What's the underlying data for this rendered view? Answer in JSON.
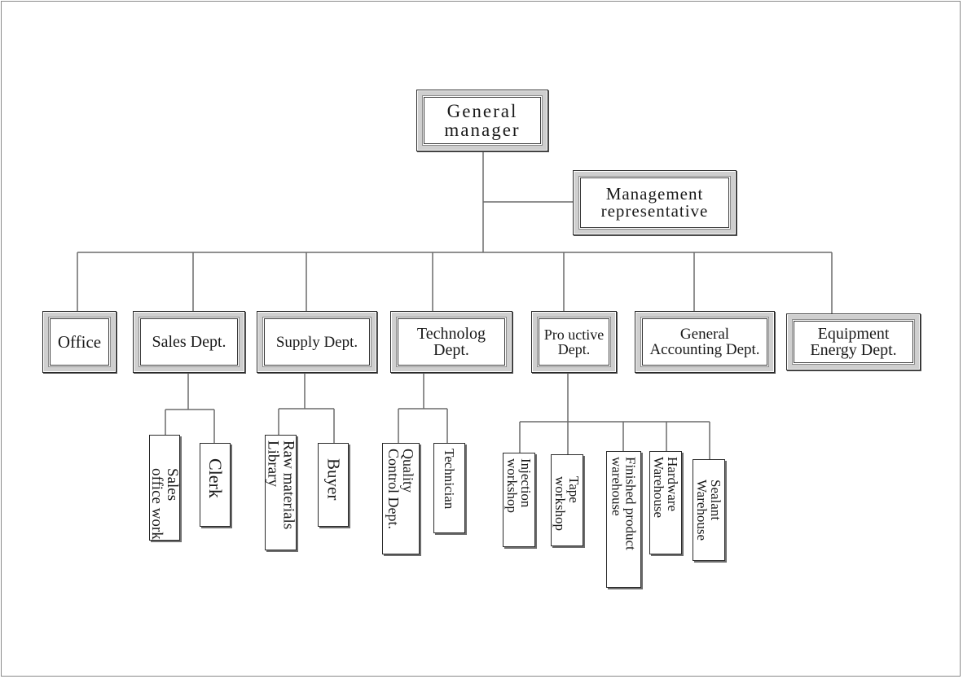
{
  "top": {
    "general_manager": "General\nmanager",
    "management_representative": "Management\nrepresentative"
  },
  "departments": [
    "Office",
    "Sales Dept.",
    "Supply Dept.",
    "Technolog\nDept.",
    "Pro uctive\nDept.",
    "General\nAccounting Dept.",
    "Equipment\nEnergy Dept."
  ],
  "sub_units": {
    "sales": [
      "Sales\noffice work",
      "Clerk"
    ],
    "supply": [
      "Raw materials\nLibrary",
      "Buyer"
    ],
    "technology": [
      "Quality\nControl Dept.",
      "Technician"
    ],
    "productive": [
      "Injection\nworkshop",
      "Tape\nworkshop",
      "Finished product\nwarehouse",
      "Hardware\nWarehouse",
      "Sealant\nWarehouse"
    ]
  },
  "colors": {
    "line": "#6b6b6b",
    "frame": "#8a8a8a",
    "bevel": "#cfcfcf"
  }
}
